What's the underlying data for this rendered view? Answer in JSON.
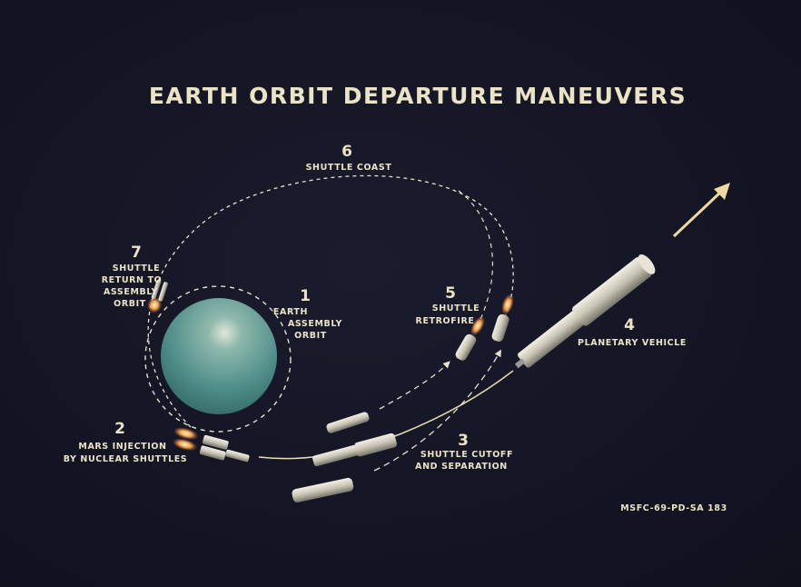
{
  "title": "EARTH ORBIT DEPARTURE MANEUVERS",
  "steps": [
    {
      "number": "1",
      "lines": [
        "EARTH",
        "ASSEMBLY",
        "ORBIT"
      ]
    },
    {
      "number": "2",
      "lines": [
        "MARS INJECTION",
        "BY NUCLEAR SHUTTLES"
      ]
    },
    {
      "number": "3",
      "lines": [
        "SHUTTLE CUTOFF",
        "AND SEPARATION"
      ]
    },
    {
      "number": "4",
      "lines": [
        "PLANETARY VEHICLE"
      ]
    },
    {
      "number": "5",
      "lines": [
        "SHUTTLE",
        "RETROFIRE"
      ]
    },
    {
      "number": "6",
      "lines": [
        "SHUTTLE COAST"
      ]
    },
    {
      "number": "7",
      "lines": [
        "SHUTTLE",
        "RETURN TO",
        "ASSEMBLY",
        "ORBIT"
      ]
    }
  ],
  "photo_id": "MSFC-69-PD-SA 183",
  "colors": {
    "background": "#131524",
    "text": "#ebe3c6",
    "earth": "#4f8e8a",
    "trajectory": "#e8dcb0",
    "arrow": "#f0d9a0"
  }
}
